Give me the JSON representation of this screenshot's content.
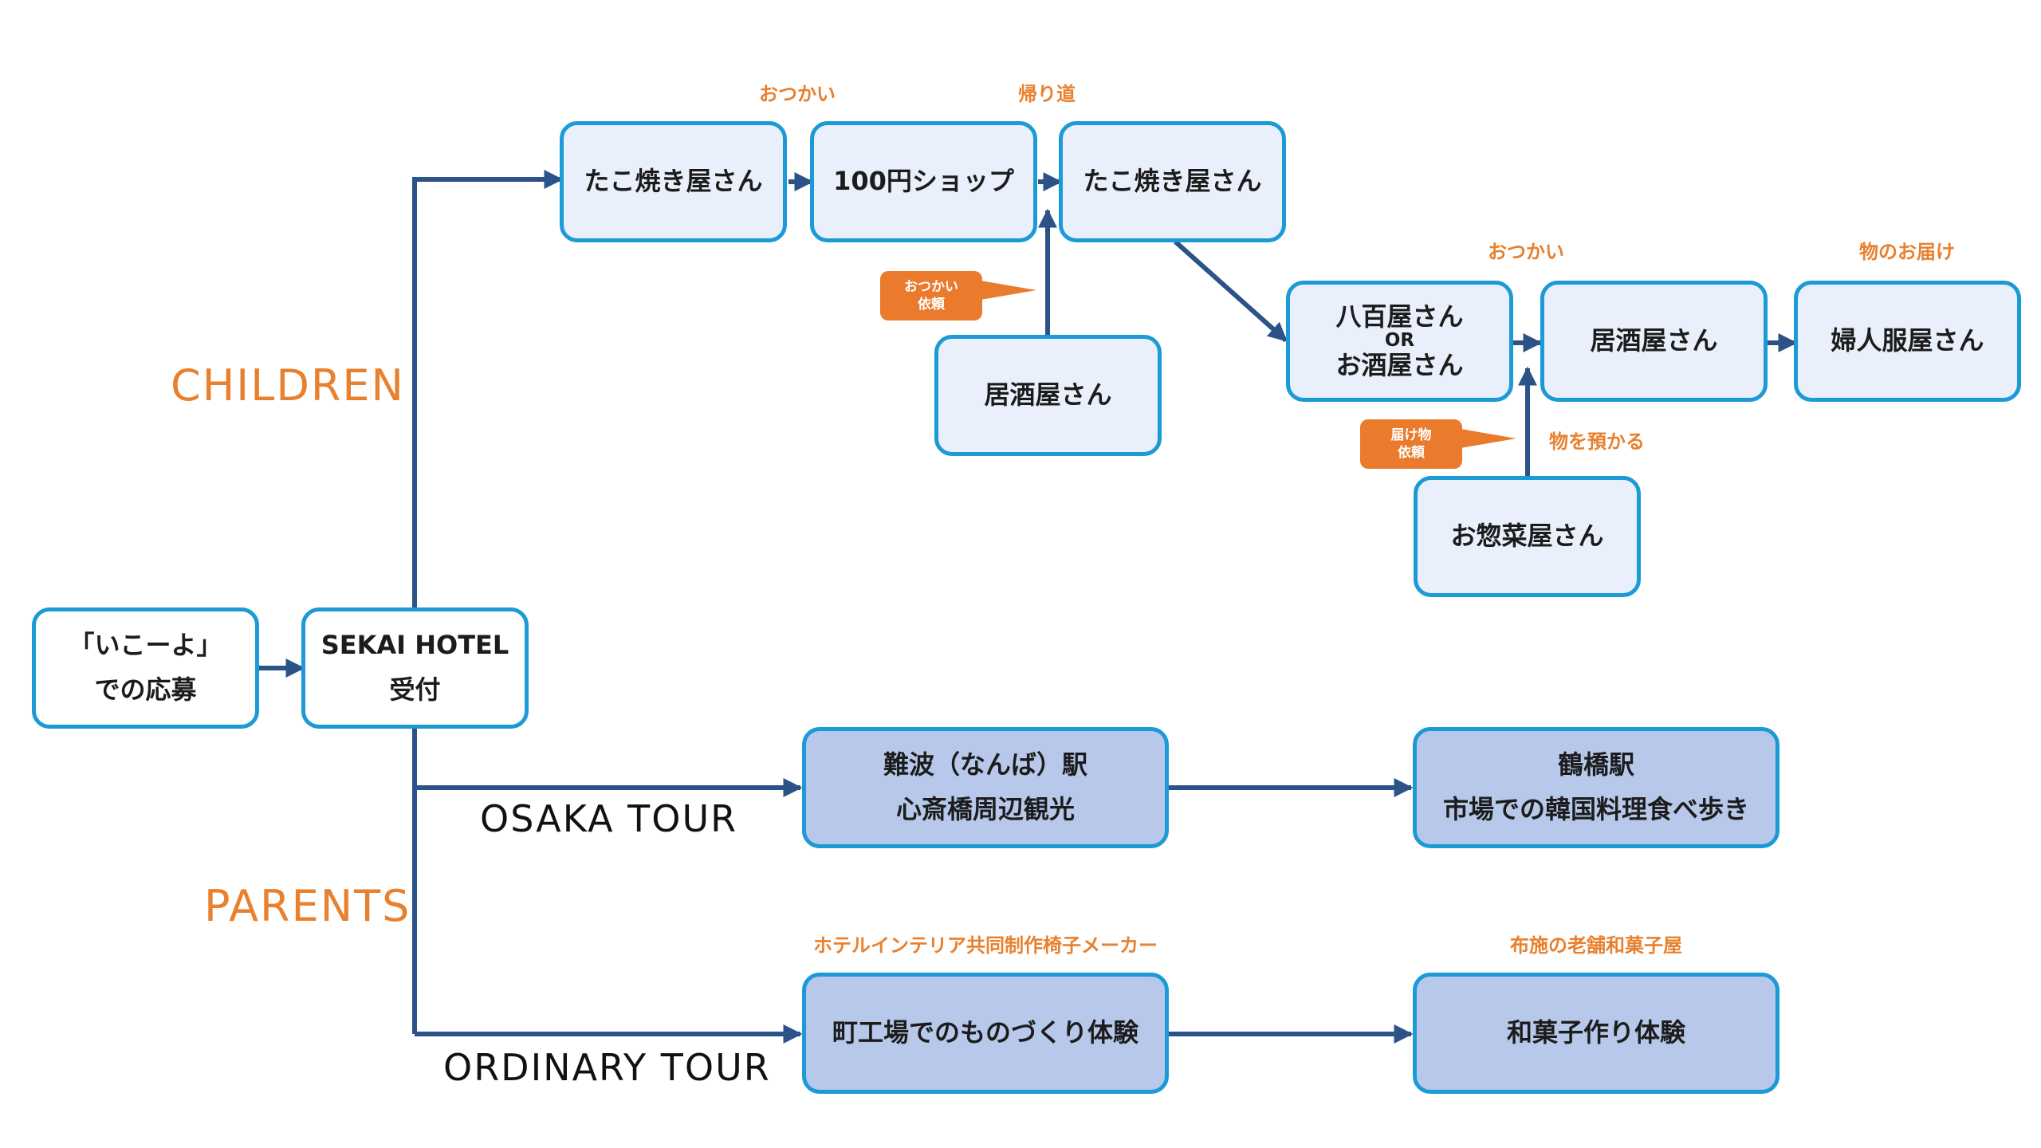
{
  "nodes": {
    "apply": {
      "line1": "「いこーよ」",
      "line2": "での応募"
    },
    "hotel": {
      "line1": "SEKAI HOTEL",
      "line2": "受付"
    },
    "tako1": {
      "label": "たこ焼き屋さん"
    },
    "shop100": {
      "label": "100円ショップ"
    },
    "tako2": {
      "label": "たこ焼き屋さん"
    },
    "izakaya1": {
      "label": "居酒屋さん"
    },
    "yaoya": {
      "line1": "八百屋さん",
      "or": "OR",
      "line2": "お酒屋さん"
    },
    "izakaya2": {
      "label": "居酒屋さん"
    },
    "fujin": {
      "label": "婦人服屋さん"
    },
    "sozai": {
      "label": "お惣菜屋さん"
    },
    "namba": {
      "line1": "難波（なんば）駅",
      "line2": "心斎橋周辺観光"
    },
    "tsuruhashi": {
      "line1": "鶴橋駅",
      "line2": "市場での韓国料理食べ歩き"
    },
    "machikoba": {
      "label": "町工場でのものづくり体験"
    },
    "wagashi": {
      "label": "和菓子作り体験"
    }
  },
  "captions": {
    "otsukai1": "おつかい",
    "kaerimichi": "帰り道",
    "otsukai2": "おつかい",
    "todoke": "物のお届け",
    "azukaru": "物を預かる",
    "hotel_maker": "ホテルインテリア共同制作椅子メーカー",
    "fuse": "布施の老舗和菓子屋"
  },
  "callouts": {
    "otsukai_irai": {
      "line1": "おつかい",
      "line2": "依頼"
    },
    "todoke_irai": {
      "line1": "届け物",
      "line2": "依頼"
    }
  },
  "sections": {
    "children": "CHILDREN",
    "parents": "PARENTS"
  },
  "tours": {
    "osaka": "OSAKA TOUR",
    "ordinary": "ORDINARY TOUR"
  },
  "colors": {
    "node_border": "#1b9ad6",
    "connector": "#2c5387",
    "accent_orange": "#e8812f",
    "node_fill_light": "#eaf0fb",
    "node_fill_blue": "#b7c8eb"
  }
}
